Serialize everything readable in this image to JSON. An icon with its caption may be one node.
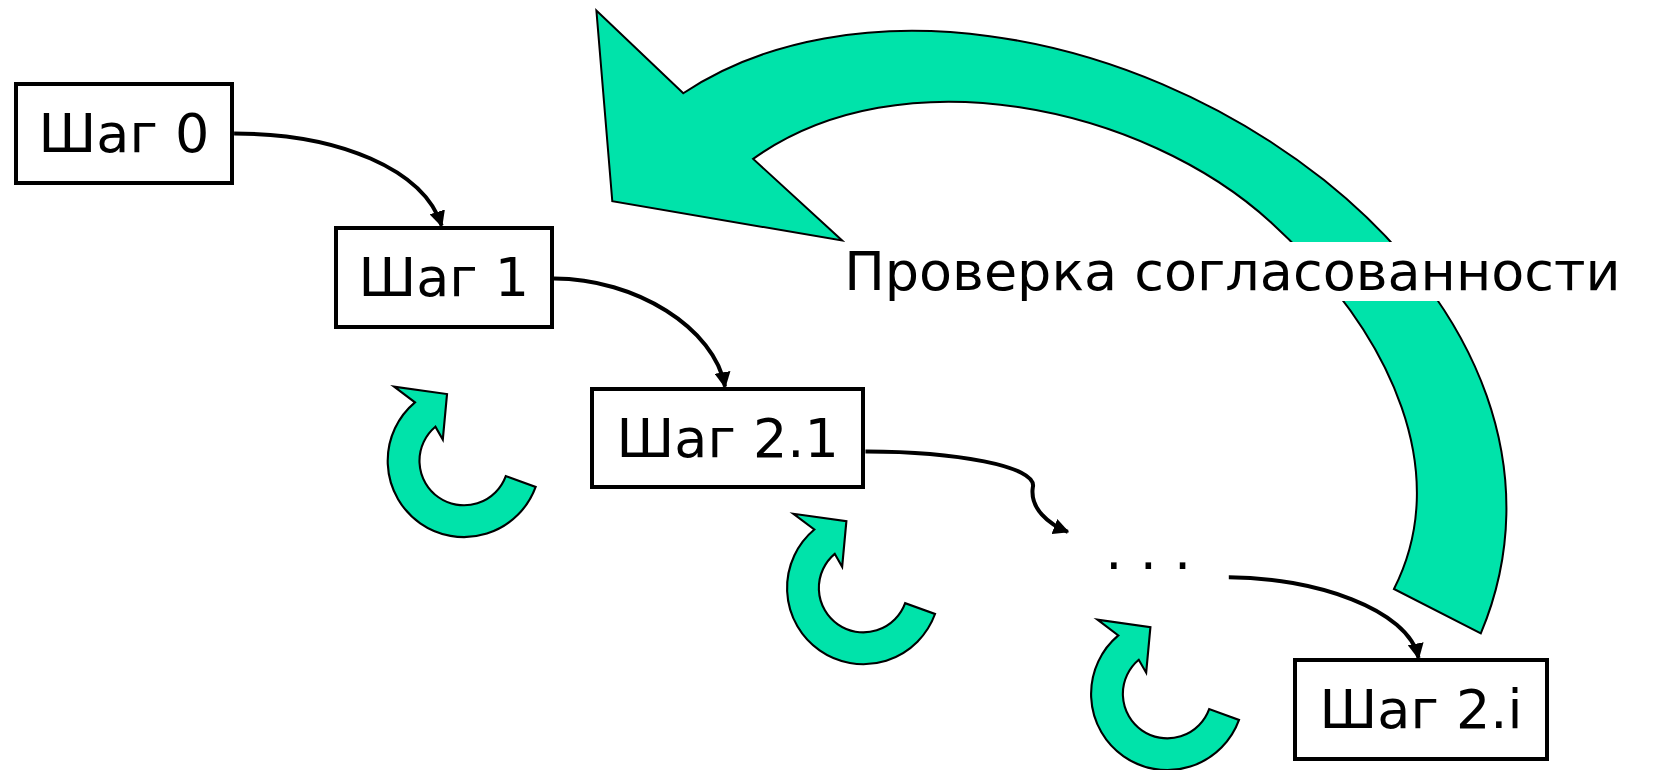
{
  "diagram": {
    "nodes": [
      {
        "text": [
          "Шаг 0"
        ]
      },
      {
        "text": [
          "Шаг 1"
        ]
      },
      {
        "text": [
          "Шаг 2.1"
        ]
      },
      {
        "text": [
          ". . ."
        ]
      },
      {
        "text": [
          "Шаг 2.i"
        ]
      }
    ],
    "edges": [
      {
        "from": 0,
        "to": 1,
        "arrow": "to"
      },
      {
        "from": 1,
        "to": 2,
        "arrow": "to"
      },
      {
        "from": 2,
        "to": 3,
        "arrow": "to"
      },
      {
        "from": 3,
        "to": 4,
        "arrow": "to"
      },
      {
        "from": 4,
        "to": 1,
        "arrow": "to",
        "label": "Проверка согласованности",
        "style": "thick",
        "color": "#00e3aa"
      }
    ]
  }
}
